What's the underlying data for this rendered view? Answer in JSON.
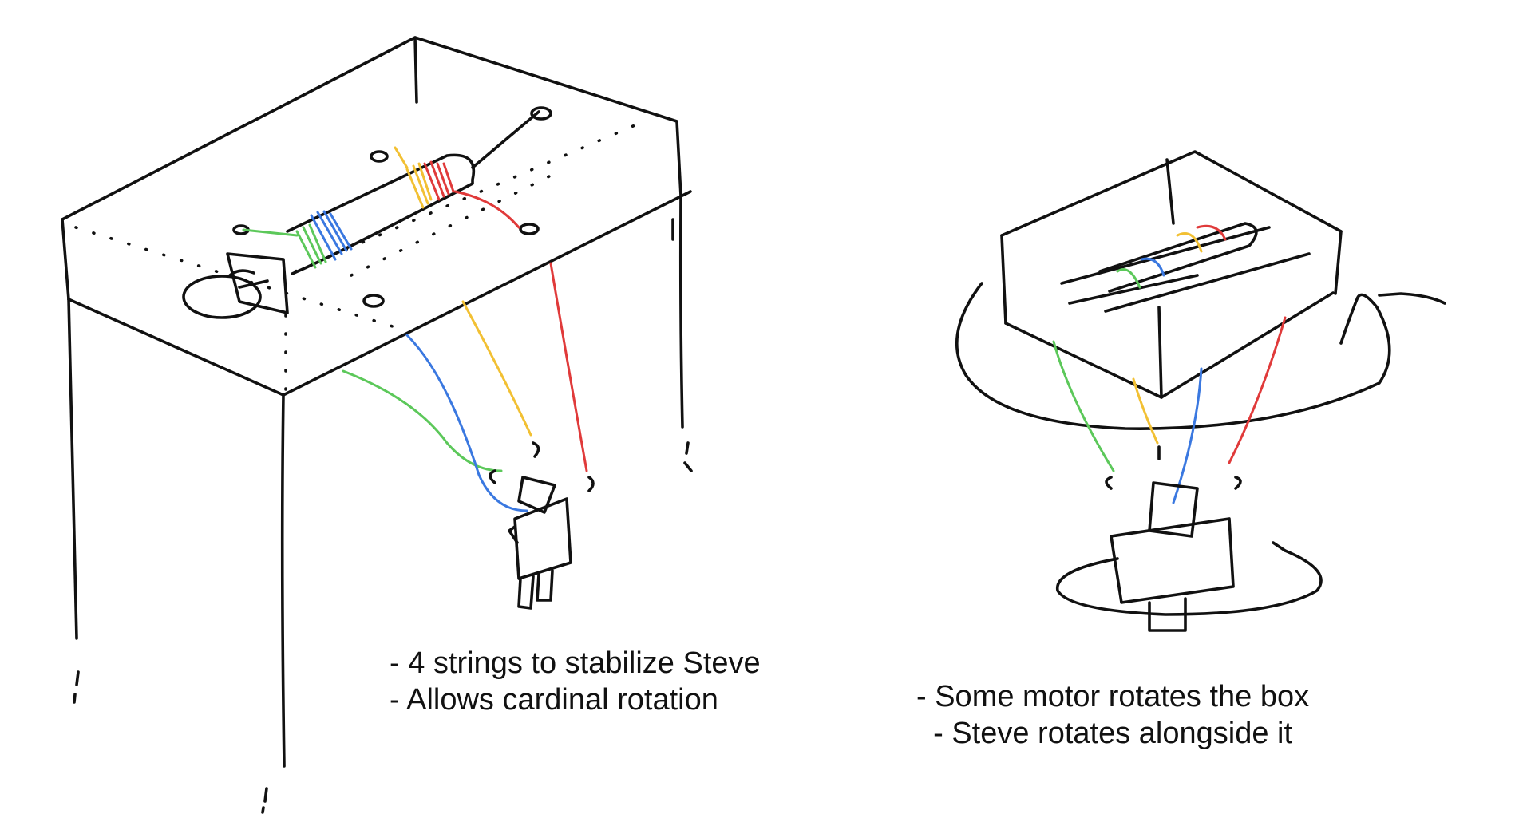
{
  "sketches": [
    {
      "notes": [
        "- 4 strings to stabilize Steve",
        "- Allows cardinal rotation"
      ]
    },
    {
      "notes": [
        "- Some motor rotates the box",
        "  - Steve rotates alongside it"
      ]
    }
  ],
  "string_colors": {
    "green": "#5cc85a",
    "blue": "#3a78e0",
    "yellow": "#f2c033",
    "red": "#e03a3a"
  }
}
